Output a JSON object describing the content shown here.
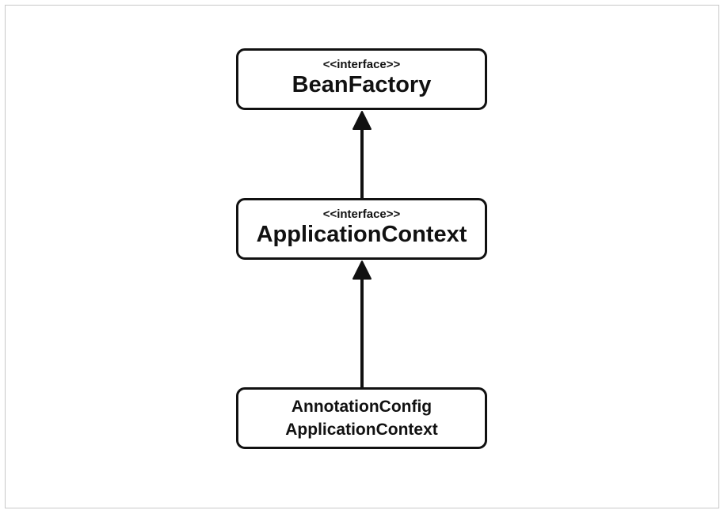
{
  "diagram": {
    "nodes": [
      {
        "id": "bean-factory",
        "stereotype": "<<interface>>",
        "name": "BeanFactory"
      },
      {
        "id": "application-context",
        "stereotype": "<<interface>>",
        "name": "ApplicationContext"
      },
      {
        "id": "annotation-config-application-context",
        "name_line1": "AnnotationConfig",
        "name_line2": "ApplicationContext"
      }
    ],
    "edges": [
      {
        "from": "application-context",
        "to": "bean-factory",
        "type": "inheritance"
      },
      {
        "from": "annotation-config-application-context",
        "to": "application-context",
        "type": "inheritance"
      }
    ],
    "colors": {
      "stroke": "#111111",
      "background": "#ffffff",
      "frame": "#c8c8c8"
    }
  }
}
